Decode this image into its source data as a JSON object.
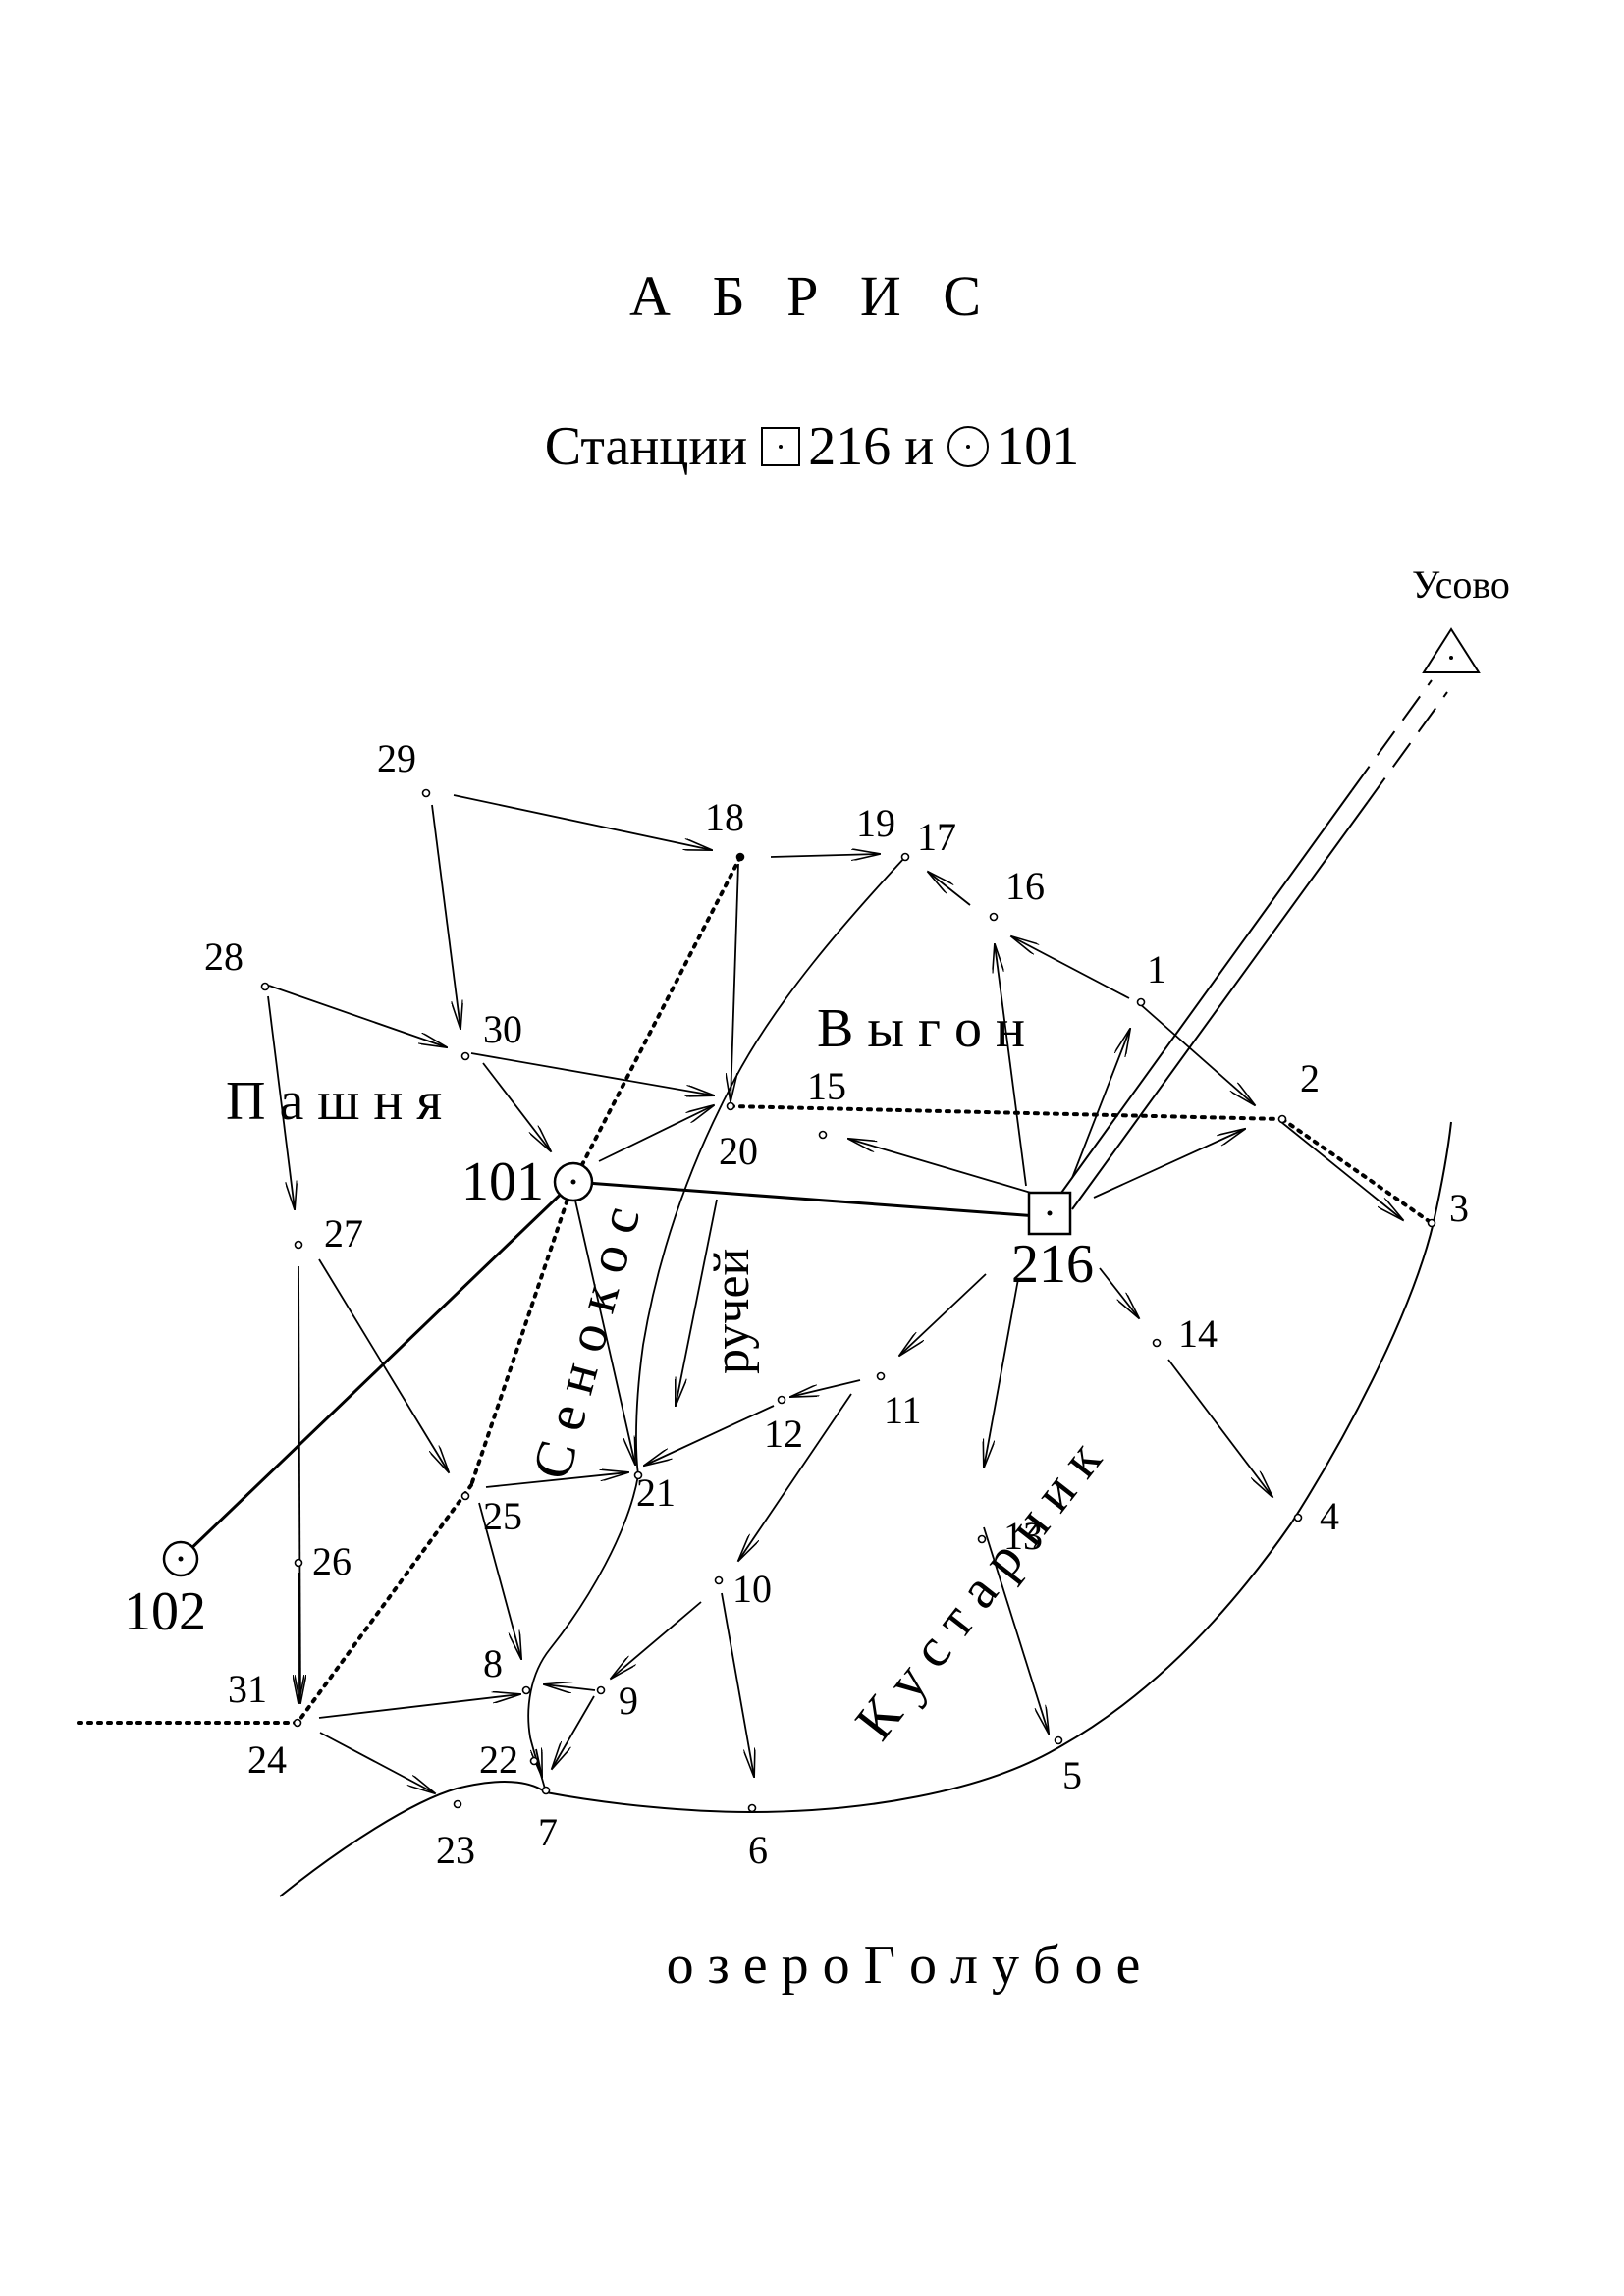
{
  "title": "А Б Р И С",
  "subtitle": {
    "prefix": "Станции",
    "station_square": "216",
    "conj": "и",
    "station_circle": "101"
  },
  "labels": {
    "usovo": "Усово",
    "pashnya": "П а ш н я",
    "vygon": "В ы г о н",
    "senokos": "С е н о к о с",
    "ruchei": "ручей",
    "kustarnik": "К у с т а р н и к",
    "ozero": "о з е р о  Г о л у б о е"
  },
  "stations": {
    "s216": "216",
    "s101": "101",
    "s102": "102"
  },
  "points": {
    "p1": "1",
    "p2": "2",
    "p3": "3",
    "p4": "4",
    "p5": "5",
    "p6": "6",
    "p7": "7",
    "p8": "8",
    "p9": "9",
    "p10": "10",
    "p11": "11",
    "p12": "12",
    "p13": "13",
    "p14": "14",
    "p15": "15",
    "p16": "16",
    "p17": "17",
    "p18": "18",
    "p19": "19",
    "p20": "20",
    "p21": "21",
    "p22": "22",
    "p23": "23",
    "p24": "24",
    "p25": "25",
    "p26": "26",
    "p27": "27",
    "p28": "28",
    "p29": "29",
    "p30": "30",
    "p31": "31"
  }
}
